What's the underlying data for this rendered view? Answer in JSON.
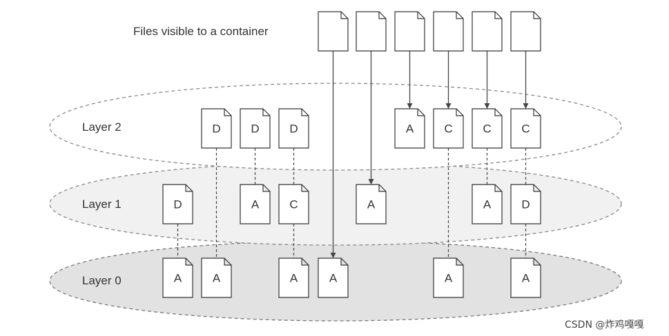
{
  "title": "Files visible to a container",
  "layers": {
    "layer2": "Layer 2",
    "layer1": "Layer 1",
    "layer0": "Layer 0"
  },
  "files": {
    "visible": [
      "",
      "",
      "",
      "",
      "",
      ""
    ],
    "layer2": [
      "D",
      "D",
      "D",
      "A",
      "C",
      "C",
      "C"
    ],
    "layer1": [
      "D",
      "A",
      "C",
      "A",
      "A",
      "D"
    ],
    "layer0": [
      "A",
      "A",
      "A",
      "A",
      "A",
      "A"
    ]
  },
  "watermark": "CSDN @炸鸡嘎嘎",
  "colors": {
    "layer2_fill": "#ffffff",
    "layer1_fill": "#f1f1f1",
    "layer0_fill": "#e2e2e2",
    "stroke": "#333333"
  }
}
